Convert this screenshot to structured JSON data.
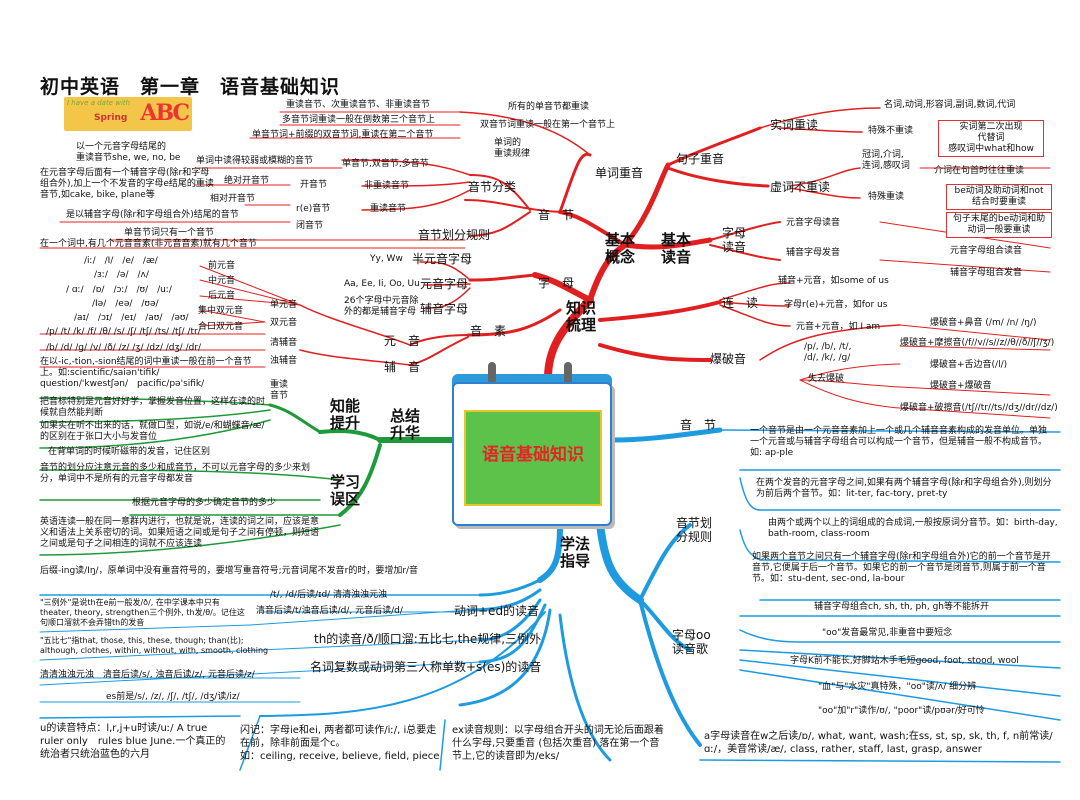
{
  "title": "初中英语　第一章　语音基础知识",
  "logo": {
    "top": "I have a date with",
    "spring": "Spring",
    "abc": "ABC"
  },
  "center": "语音基础知识",
  "colors": {
    "red": "#e02020",
    "blue": "#1e9be0",
    "green": "#1e9a3a",
    "dark": "#111111"
  },
  "hubs": {
    "zhishi": "知识\n梳理",
    "jiben_gainian": "基本\n概念",
    "jiben_duyin": "基本\n读音",
    "zongjie": "总结\n升华",
    "xuefa": "学法\n指导"
  },
  "left_red": {
    "yinjie": "音　节",
    "zimu": "字　母",
    "yinsu": "音　素",
    "yuanyin": "元　音",
    "fuyin": "辅　音",
    "danci_zhongyin": "单词重音",
    "yinjie_fenlei": "音节分类",
    "yinjie_huafen": "音节划分规则",
    "yinjie_items": [
      "单音节,双音节,多音节",
      "非重读音节",
      "重读音节"
    ],
    "zhongdu_items": [
      "重读音节、次重读音节、非重读音节",
      "多音节词重读一般在倒数第三个音节上",
      "单音节词+前缀的双音节词,重读在第二个音节"
    ],
    "zhongdu_rule": [
      "所有的单音节都重读",
      "双音节词重读一般在第一个音节上",
      "单词的\n重读规律"
    ],
    "kaibi": [
      "绝对开音节",
      "相对开音节",
      "开音节",
      "r(e)音节",
      "闭音节"
    ],
    "kaibi_desc": [
      "以一个元音字母结尾的\n重读音节she, we, no, be",
      "在元音字母后面有一个辅音字母(除r和字母组合外),加上一个不发音的字母e结尾的重读音节,如cake, bike, plane等",
      "是以辅音字母(除r和字母组合外)结尾的音节"
    ],
    "fei_zhongdu": "单词中读得较弱或模糊的音节",
    "huafen": [
      "单音节词只有一个音节",
      "在一个词中,有几个元音音素(非元音音素)就有几个音节"
    ],
    "zimu_items": [
      "半元音字母",
      "元音字母",
      "辅音字母"
    ],
    "zimu_desc": [
      "Yy, Ww",
      "Aa, Ee, Ii, Oo, Uu",
      "26个字母中元音除\n外的都是辅音字母"
    ],
    "yuanyin_types": [
      "前元音",
      "中元音",
      "后元音",
      "单元音",
      "集中双元音",
      "双元音",
      "合口双元音"
    ],
    "fuyin_types": [
      "清辅音",
      "浊辅音"
    ],
    "ipa_rows": [
      "/iː/　/I/　/e/　/æ/",
      "/ɜː/　/ə/　/ʌ/",
      "/ ɑː/　/ɒ/　/ɔː/　/ʊ/　/uː/",
      "/Iə/　/eə/　/ʊə/",
      "/aɪ/　/ɔɪ/　/eɪ/　/aʊ/　/əʊ/",
      "/p/ /t/ /k/ /f/ /θ/ /s/ /ʃ/ /tʃ/ /ts/ /tʃ/ /tr/",
      "/b/ /d/ /g/ /v/ /ð/ /z/ /ʒ/ /dz/ /dʒ/ /dr/"
    ],
    "stress_note": "在以-ic,-tion,-sion结尾的词中重读一般在前一个音节上。如:scientific/saiən'tifik/\nquestion/'kwestʃən/　pacific/pə'sifik/"
  },
  "right_red": {
    "juzi_zhongyin": "句子重音",
    "shici": "实词重读",
    "shici_desc": "名词,动词,形容词,副词,数词,代词",
    "teshu1": "特殊不重读",
    "teshu1_box": "实词第二次出现\n代替词\n感叹词中what和how",
    "xuci": "虚词不重读",
    "xuci_desc": "冠词,介词,\n连词,感叹词",
    "xuci_note": "介词在句首时往往重读",
    "teshu2": "特殊重读",
    "teshu2_box1": "be动词及助动词和not\n结合时要重读",
    "teshu2_box2": "句子末尾的be动词和助\n动词一般要重读",
    "zimu_duyin": "字母\n读音",
    "zimu_items": [
      "元音字母读音",
      "辅音字母发音",
      "元音字母组合读音",
      "辅音字母组合发音"
    ],
    "liandu": "连　读",
    "liandu_items": [
      "辅音+元音，如some of us",
      "字母r(e)+元音，如for us",
      "元音+元音，如 I am"
    ],
    "baopo": "爆破音",
    "baopo_sounds": "/p/, /b/, /t/,\n/d/, /k/, /g/",
    "shiqu": "失去爆破",
    "baopo_items": [
      "爆破音+鼻音 (/m/ /n/ /ŋ/)",
      "爆破音+摩擦音(/f//v//s//z//θ//ð//ʃ//ʒ/)",
      "爆破音+舌边音(/l/)",
      "爆破音+爆破音",
      "爆破音+破擦音(/tʃ//tr//ts//dʒ//dr//dz/)"
    ]
  },
  "left_green": {
    "zhineng": "知能\n提升",
    "xuexi": "学习\n误区",
    "zhongdu": "重读\n音节",
    "notes": [
      "把音标特别是元音好好学，掌握发音位置，这样在读的时候就自然能判断",
      "如果实在听不出来的话，就做口型，如说/e/和蝴蝶音/æ/的区别在于张口大小与发音位",
      "在背单词的时候听磁带的发音，记住区别"
    ],
    "wuqu1": "音节的划分应注意元音的多少和成音节，不可以元音字母的多少来划分，单词中不是所有的元音字母都发音",
    "wuqu2": "根据元音字母的多少确定音节的多少",
    "wuqu3": "英语连读一般在同一意群内进行，也就是说，连读的词之间，应该是意义和语法上关系密切的词。如果短语之间或是句子之间有停顿，则短语之间或是句子之间相连的词就不应该连读"
  },
  "bottom_blue": {
    "ing": "后缀-ing读/Iŋ/，原单词中没有重音符号的，要增写重音符号;元音词尾不发音r的时，要增加r/音",
    "ed_title": "动词+ed的读音",
    "ed_items": [
      "/t/, /d/后读/ɪd/ 清清浊浊元浊",
      "清音后读/t/浊音后读/d/, 元音后读/d/"
    ],
    "ed_note": "\"三例外\"是说th在e前一般发/ð/, 在中学课本中只有theater, theory, strengthen三个例外, th发/θ/。记住这句顺口溜就不会弄错th的发音",
    "th_title": "th的读音/ð/顺口溜:五比七,the规律,三例外",
    "th_note": "\"五比七\"指that, those, this, these, though; than(比); although, clothes, within, without, with, smooth, clothing",
    "s_title": "名词复数或动词第三人称单数+s(es)的读音",
    "s_items": [
      "清清浊浊元浊　清音后读/s/, 浊音后读/z/, 元音后读/z/",
      "es前是/s/, /z/, /ʃ/, /tʃ/, /dʒ/读/iz/"
    ],
    "u_note": "u的读音特点：l,r,j+u时读/uː/ A true ruler only　rules blue June.一个真正的统治者只统治蓝色的六月",
    "ie_note": "闪记：字母ie和ei, 两者都可读作/iː/, i总要走在前，除非前面是个c。\n如：ceiling, receive, believe, field, piece",
    "ex_note": "ex读音规则：以字母组合开头的词无论后面跟着什么字母,只要重音 (包括次重音) 落在第一个音节上,它的读音即为/eks/"
  },
  "right_blue": {
    "yinjie": "音　节",
    "yinjie_desc": "一个音节是由一个元音音素加上一个或几个辅音音素构成的发音单位。单独一个元音或与辅音字母组合可以构成一个音节，但是辅音一般不构成音节。如: ap-ple",
    "huafen": "音节划\n分规则",
    "huafen_items": [
      "在两个发音的元音字母之间,如果有两个辅音字母(除r和字母组合外),则划分为前后两个音节。如：lit-ter, fac-tory, pret-ty",
      "由两个或两个以上的词组成的合成词,一般按原词分音节。如：birth-day, bath-room, class-room",
      "如果两个音节之间只有一个辅音字母(除r和字母组合外)它的前一个音节是开音节,它便属于后一个音节。如果它的前一个音节是闭音节,则属于前一个音节。如：stu-dent, sec-ond, la-bour",
      "辅音字母组合ch, sh, th, ph, gh等不能拆开"
    ],
    "oo": "字母oo\n读音歌",
    "oo_items": [
      "\"oo\"发音最常见,非重音中要短念",
      "字母K前不能长,好脚站木手毛短good, foot, stood, wool",
      "\"血\"与\"水灾\"真特殊，\"oo\"读/ʌ/ 细分辨",
      "\"oo\"加\"r\"读作/ʊ/, \"poor\"读/pʊər/好可怜"
    ],
    "a_rule": "a字母读音在w之后读/ɒ/, what, want, wash;在ss, st, sp, sk, th, f, n前常读/ ɑː/，美音常读/æ/, class, rather, staff, last, grasp, answer"
  }
}
